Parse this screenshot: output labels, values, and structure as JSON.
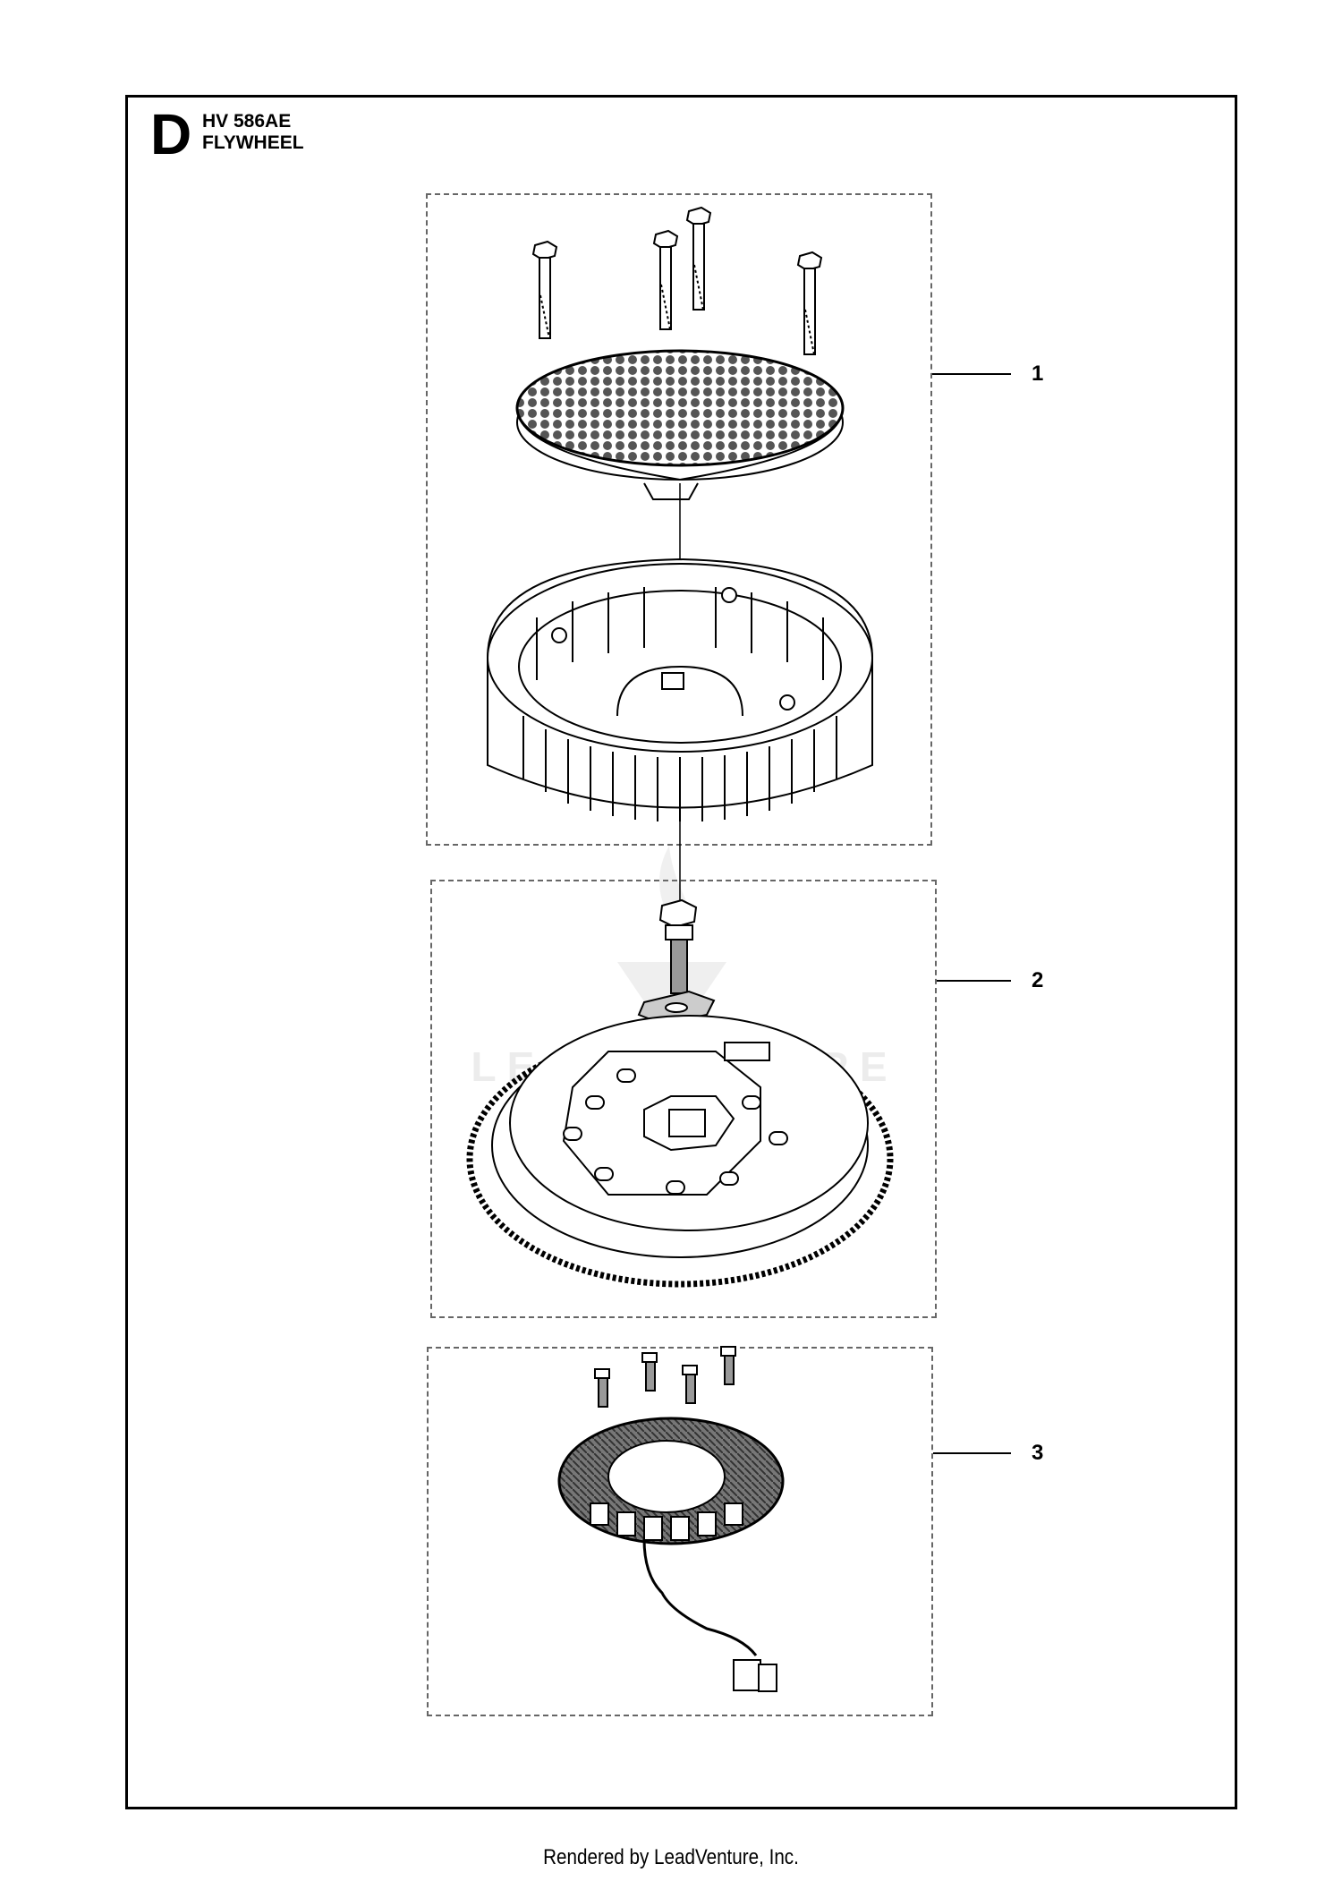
{
  "header": {
    "section_letter": "D",
    "model": "HV 586AE",
    "title": "FLYWHEEL"
  },
  "callouts": [
    {
      "number": "1",
      "part": "flywheel-with-screen-and-bolts"
    },
    {
      "number": "2",
      "part": "flywheel-bolt-washer-ring-gear"
    },
    {
      "number": "3",
      "part": "stator-with-screws"
    }
  ],
  "watermark": {
    "text": "LEADVENTURE"
  },
  "footer": {
    "text": "Rendered by LeadVenture, Inc."
  }
}
